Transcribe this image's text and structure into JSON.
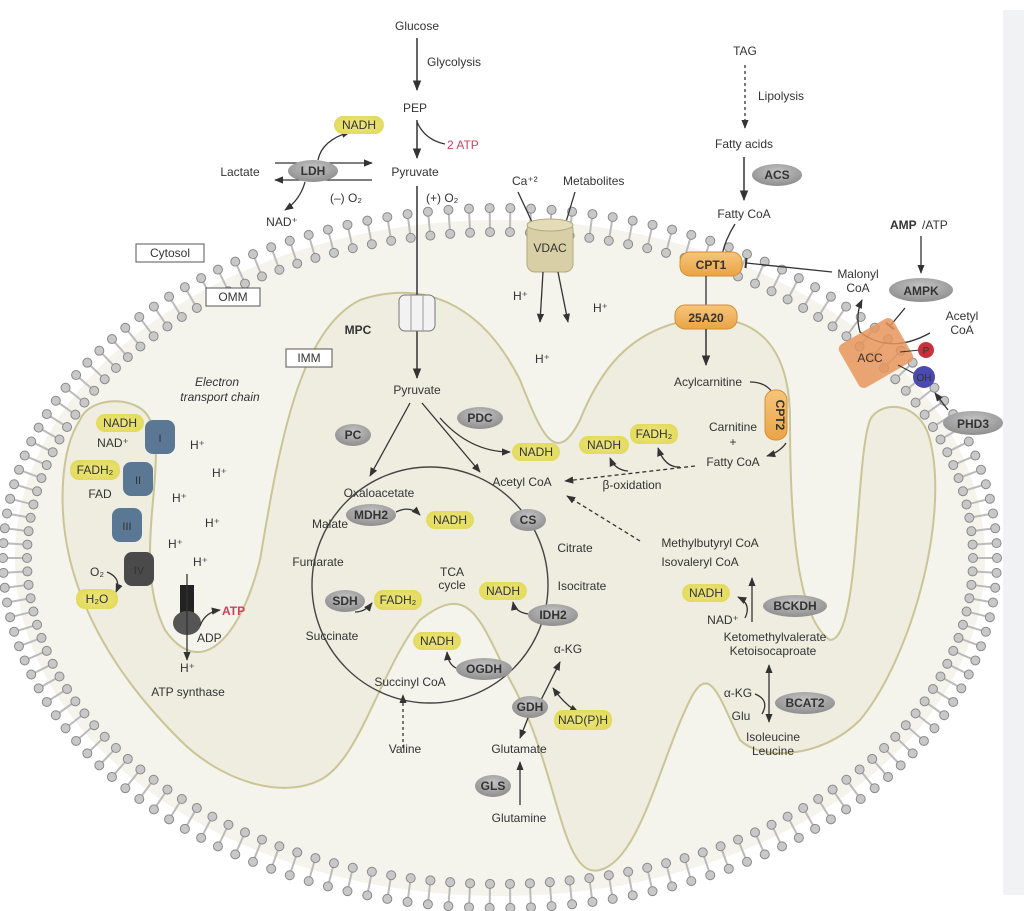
{
  "title": "Mitochondrial metabolism diagram",
  "colors": {
    "membrane_head": "#c8c8c8",
    "matrix_fill": "#efede0",
    "ims_fill": "#f4f3ec",
    "enzyme_gray": "#9a9a9a",
    "nadh_yellow": "#e8e27a",
    "cpt_orange": "#f1b45a",
    "complex_blue": "#5a7894",
    "complex_dark": "#4a4a4a",
    "atp_red": "#d0405a",
    "phospho_red": "#c8303c",
    "hydroxyl_blue": "#4a4ab0",
    "acc_orange": "#e8955c",
    "vdac_tan": "#d8cfa6"
  },
  "compartments": {
    "cytosol": "Cytosol",
    "omm": "OMM",
    "imm": "IMM"
  },
  "glycolysis": {
    "glucose": "Glucose",
    "glycolysis": "Glycolysis",
    "pep": "PEP",
    "atp": "2 ATP",
    "pyruvate": "Pyruvate",
    "nadh": "NADH",
    "lactate": "Lactate",
    "ldh": "LDH",
    "nad": "NAD⁺",
    "minus_o2": "(–) O₂",
    "plus_o2": "(+) O₂"
  },
  "transport": {
    "ca": "Ca⁺²",
    "metabolites": "Metabolites",
    "vdac": "VDAC",
    "mpc": "MPC",
    "h_plus": "H⁺"
  },
  "lipid": {
    "tag": "TAG",
    "lipolysis": "Lipolysis",
    "fatty_acids": "Fatty acids",
    "acs": "ACS",
    "fatty_coa": "Fatty CoA",
    "amp_atp_bold": "AMP",
    "amp_atp_rest": "/ATP",
    "cpt1": "CPT1",
    "malonyl_coa_1": "Malonyl",
    "malonyl_coa_2": "CoA",
    "ampk": "AMPK",
    "acetyl_coa_1": "Acetyl",
    "acetyl_coa_2": "CoA",
    "acc": "ACC",
    "p": "P",
    "oh": "OH",
    "phd3": "PHD3",
    "a25a20": "25A20",
    "acylcarnitine": "Acylcarnitine",
    "cpt2": "CPT2",
    "carnitine": "Carnitine",
    "plus": "+",
    "fatty_coa_matrix": "Fatty CoA",
    "nadh": "NADH",
    "fadh2": "FADH₂",
    "beta_oxidation": "β-oxidation"
  },
  "etc": {
    "title_1": "Electron",
    "title_2": "transport chain",
    "nadh": "NADH",
    "nad": "NAD⁺",
    "fadh2": "FADH₂",
    "fad": "FAD",
    "o2": "O₂",
    "h2o": "H₂O",
    "complexes": [
      "I",
      "II",
      "III",
      "IV"
    ],
    "atp": "ATP",
    "adp": "ADP",
    "atp_synthase": "ATP synthase",
    "h_plus": "H⁺"
  },
  "tca": {
    "pyruvate": "Pyruvate",
    "pc": "PC",
    "pdc": "PDC",
    "nadh_pdc": "NADH",
    "acetyl_coa": "Acetyl CoA",
    "oxaloacetate": "Oxaloacetate",
    "mdh2": "MDH2",
    "nadh_mdh2": "NADH",
    "malate": "Malate",
    "cs": "CS",
    "citrate": "Citrate",
    "fumarate": "Fumarate",
    "tca_cycle_1": "TCA",
    "tca_cycle_2": "cycle",
    "isocitrate": "Isocitrate",
    "nadh_idh2": "NADH",
    "idh2": "IDH2",
    "sdh": "SDH",
    "fadh2_sdh": "FADH₂",
    "succinate": "Succinate",
    "nadh_ogdh": "NADH",
    "akg": "α-KG",
    "ogdh": "OGDH",
    "succinyl_coa": "Succinyl CoA",
    "gdh": "GDH",
    "nadph": "NAD(P)H",
    "valine": "Valine",
    "glutamate": "Glutamate",
    "gls": "GLS",
    "glutamine": "Glutamine"
  },
  "bcaa": {
    "methylbutyryl": "Methylbutyryl CoA",
    "isovaleryl": "Isovaleryl CoA",
    "nadh": "NADH",
    "nad": "NAD⁺",
    "bckdh": "BCKDH",
    "ketomethylvalerate": "Ketomethylvalerate",
    "ketoisocaproate": "Ketoisocaproate",
    "akg": "α-KG",
    "glu": "Glu",
    "bcat2": "BCAT2",
    "isoleucine": "Isoleucine",
    "leucine": "Leucine"
  }
}
